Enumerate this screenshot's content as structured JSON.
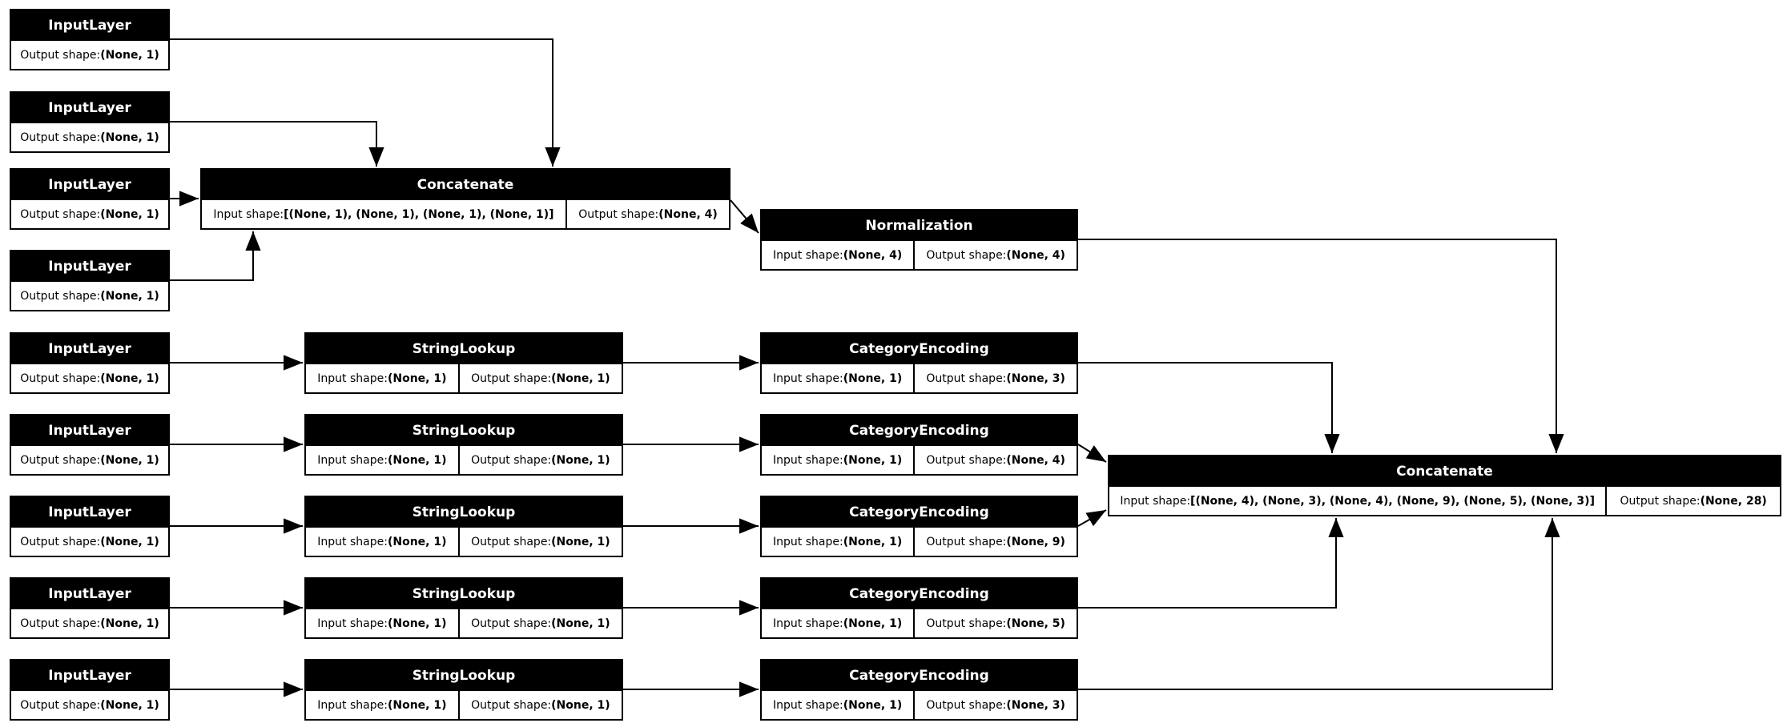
{
  "nodes": [
    {
      "id": "input-1",
      "title": "InputLayer",
      "cells": [
        {
          "label": "Output shape: ",
          "value": "(None, 1)"
        }
      ]
    },
    {
      "id": "input-2",
      "title": "InputLayer",
      "cells": [
        {
          "label": "Output shape: ",
          "value": "(None, 1)"
        }
      ]
    },
    {
      "id": "input-3",
      "title": "InputLayer",
      "cells": [
        {
          "label": "Output shape: ",
          "value": "(None, 1)"
        }
      ]
    },
    {
      "id": "input-4",
      "title": "InputLayer",
      "cells": [
        {
          "label": "Output shape: ",
          "value": "(None, 1)"
        }
      ]
    },
    {
      "id": "input-5",
      "title": "InputLayer",
      "cells": [
        {
          "label": "Output shape: ",
          "value": "(None, 1)"
        }
      ]
    },
    {
      "id": "input-6",
      "title": "InputLayer",
      "cells": [
        {
          "label": "Output shape: ",
          "value": "(None, 1)"
        }
      ]
    },
    {
      "id": "input-7",
      "title": "InputLayer",
      "cells": [
        {
          "label": "Output shape: ",
          "value": "(None, 1)"
        }
      ]
    },
    {
      "id": "input-8",
      "title": "InputLayer",
      "cells": [
        {
          "label": "Output shape: ",
          "value": "(None, 1)"
        }
      ]
    },
    {
      "id": "input-9",
      "title": "InputLayer",
      "cells": [
        {
          "label": "Output shape: ",
          "value": "(None, 1)"
        }
      ]
    },
    {
      "id": "concatenate-1",
      "title": "Concatenate",
      "cells": [
        {
          "label": "Input shape: ",
          "value": "[(None, 1), (None, 1), (None, 1), (None, 1)]"
        },
        {
          "label": "Output shape: ",
          "value": "(None, 4)"
        }
      ]
    },
    {
      "id": "normalization",
      "title": "Normalization",
      "cells": [
        {
          "label": "Input shape: ",
          "value": "(None, 4)"
        },
        {
          "label": "Output shape: ",
          "value": "(None, 4)"
        }
      ]
    },
    {
      "id": "stringlookup-1",
      "title": "StringLookup",
      "cells": [
        {
          "label": "Input shape: ",
          "value": "(None, 1)"
        },
        {
          "label": "Output shape: ",
          "value": "(None, 1)"
        }
      ]
    },
    {
      "id": "stringlookup-2",
      "title": "StringLookup",
      "cells": [
        {
          "label": "Input shape: ",
          "value": "(None, 1)"
        },
        {
          "label": "Output shape: ",
          "value": "(None, 1)"
        }
      ]
    },
    {
      "id": "stringlookup-3",
      "title": "StringLookup",
      "cells": [
        {
          "label": "Input shape: ",
          "value": "(None, 1)"
        },
        {
          "label": "Output shape: ",
          "value": "(None, 1)"
        }
      ]
    },
    {
      "id": "stringlookup-4",
      "title": "StringLookup",
      "cells": [
        {
          "label": "Input shape: ",
          "value": "(None, 1)"
        },
        {
          "label": "Output shape: ",
          "value": "(None, 1)"
        }
      ]
    },
    {
      "id": "stringlookup-5",
      "title": "StringLookup",
      "cells": [
        {
          "label": "Input shape: ",
          "value": "(None, 1)"
        },
        {
          "label": "Output shape: ",
          "value": "(None, 1)"
        }
      ]
    },
    {
      "id": "categoryencoding-1",
      "title": "CategoryEncoding",
      "cells": [
        {
          "label": "Input shape: ",
          "value": "(None, 1)"
        },
        {
          "label": "Output shape: ",
          "value": "(None, 3)"
        }
      ]
    },
    {
      "id": "categoryencoding-2",
      "title": "CategoryEncoding",
      "cells": [
        {
          "label": "Input shape: ",
          "value": "(None, 1)"
        },
        {
          "label": "Output shape: ",
          "value": "(None, 4)"
        }
      ]
    },
    {
      "id": "categoryencoding-3",
      "title": "CategoryEncoding",
      "cells": [
        {
          "label": "Input shape: ",
          "value": "(None, 1)"
        },
        {
          "label": "Output shape: ",
          "value": "(None, 9)"
        }
      ]
    },
    {
      "id": "categoryencoding-4",
      "title": "CategoryEncoding",
      "cells": [
        {
          "label": "Input shape: ",
          "value": "(None, 1)"
        },
        {
          "label": "Output shape: ",
          "value": "(None, 5)"
        }
      ]
    },
    {
      "id": "categoryencoding-5",
      "title": "CategoryEncoding",
      "cells": [
        {
          "label": "Input shape: ",
          "value": "(None, 1)"
        },
        {
          "label": "Output shape: ",
          "value": "(None, 3)"
        }
      ]
    },
    {
      "id": "concatenate-2",
      "title": "Concatenate",
      "cells": [
        {
          "label": "Input shape: ",
          "value": "[(None, 4), (None, 3), (None, 4), (None, 9), (None, 5), (None, 3)]"
        },
        {
          "label": "Output shape: ",
          "value": "(None, 28)"
        }
      ]
    }
  ],
  "edges": [
    {
      "from": "input-1",
      "to": "concatenate-1"
    },
    {
      "from": "input-2",
      "to": "concatenate-1"
    },
    {
      "from": "input-3",
      "to": "concatenate-1"
    },
    {
      "from": "input-4",
      "to": "concatenate-1"
    },
    {
      "from": "concatenate-1",
      "to": "normalization"
    },
    {
      "from": "normalization",
      "to": "concatenate-2"
    },
    {
      "from": "input-5",
      "to": "stringlookup-1"
    },
    {
      "from": "input-6",
      "to": "stringlookup-2"
    },
    {
      "from": "input-7",
      "to": "stringlookup-3"
    },
    {
      "from": "input-8",
      "to": "stringlookup-4"
    },
    {
      "from": "input-9",
      "to": "stringlookup-5"
    },
    {
      "from": "stringlookup-1",
      "to": "categoryencoding-1"
    },
    {
      "from": "stringlookup-2",
      "to": "categoryencoding-2"
    },
    {
      "from": "stringlookup-3",
      "to": "categoryencoding-3"
    },
    {
      "from": "stringlookup-4",
      "to": "categoryencoding-4"
    },
    {
      "from": "stringlookup-5",
      "to": "categoryencoding-5"
    },
    {
      "from": "categoryencoding-1",
      "to": "concatenate-2"
    },
    {
      "from": "categoryencoding-2",
      "to": "concatenate-2"
    },
    {
      "from": "categoryencoding-3",
      "to": "concatenate-2"
    },
    {
      "from": "categoryencoding-4",
      "to": "concatenate-2"
    },
    {
      "from": "categoryencoding-5",
      "to": "concatenate-2"
    }
  ],
  "colors": {
    "node_header_bg": "#000000",
    "node_header_text": "#ffffff",
    "node_border": "#000000",
    "edge": "#000000",
    "background": "#ffffff"
  }
}
